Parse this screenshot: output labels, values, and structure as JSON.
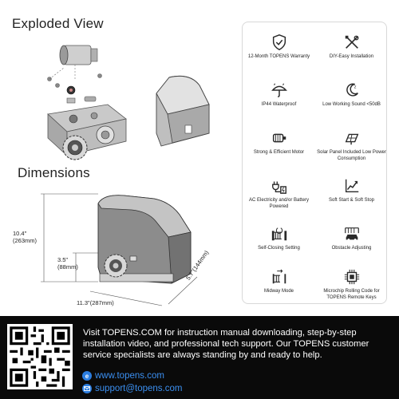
{
  "headings": {
    "exploded_view": "Exploded View",
    "dimensions": "Dimensions"
  },
  "dimensions": {
    "height": "10.4\"",
    "height_mm": "(263mm)",
    "gear_height": "3.5\"",
    "gear_height_mm": "(88mm)",
    "length": "11.3\"(287mm)",
    "width": "5.7\"(144mm)"
  },
  "features": [
    {
      "icon": "shield-check-icon",
      "label": "12-Month TOPENS Warranty"
    },
    {
      "icon": "tools-icon",
      "label": "DIY-Easy Installation"
    },
    {
      "icon": "umbrella-rain-icon",
      "label": "IP44 Waterproof"
    },
    {
      "icon": "moon-sleep-icon",
      "label": "Low Working Sound <50dB"
    },
    {
      "icon": "motor-icon",
      "label": "Strong & Efficient Motor"
    },
    {
      "icon": "solar-panel-icon",
      "label": "Solar Panel Included Low Power Consumption"
    },
    {
      "icon": "plug-battery-icon",
      "label": "AC Electricity and/or Battery Powered"
    },
    {
      "icon": "soft-start-chart-icon",
      "label": "Soft Start & Soft Stop"
    },
    {
      "icon": "gate-closing-icon",
      "label": "Self-Closing Setting"
    },
    {
      "icon": "car-obstacle-icon",
      "label": "Obstacle Adjusting"
    },
    {
      "icon": "midway-gate-icon",
      "label": "Midway Mode"
    },
    {
      "icon": "microchip-icon",
      "label": "Microchip Rolling Code for TOPENS Remote Keys"
    }
  ],
  "banner": {
    "text": "Visit TOPENS.COM for instruction manual downloading, step-by-step installation video, and professional tech support. Our TOPENS customer service specialists are always standing by and ready to help.",
    "website": "www.topens.com",
    "email": "support@topens.com"
  },
  "colors": {
    "banner_bg": "#0a0a0a",
    "link_blue": "#3b8ff0",
    "icon_dark": "#2a2a2a",
    "panel_border": "#d8d8d8"
  }
}
